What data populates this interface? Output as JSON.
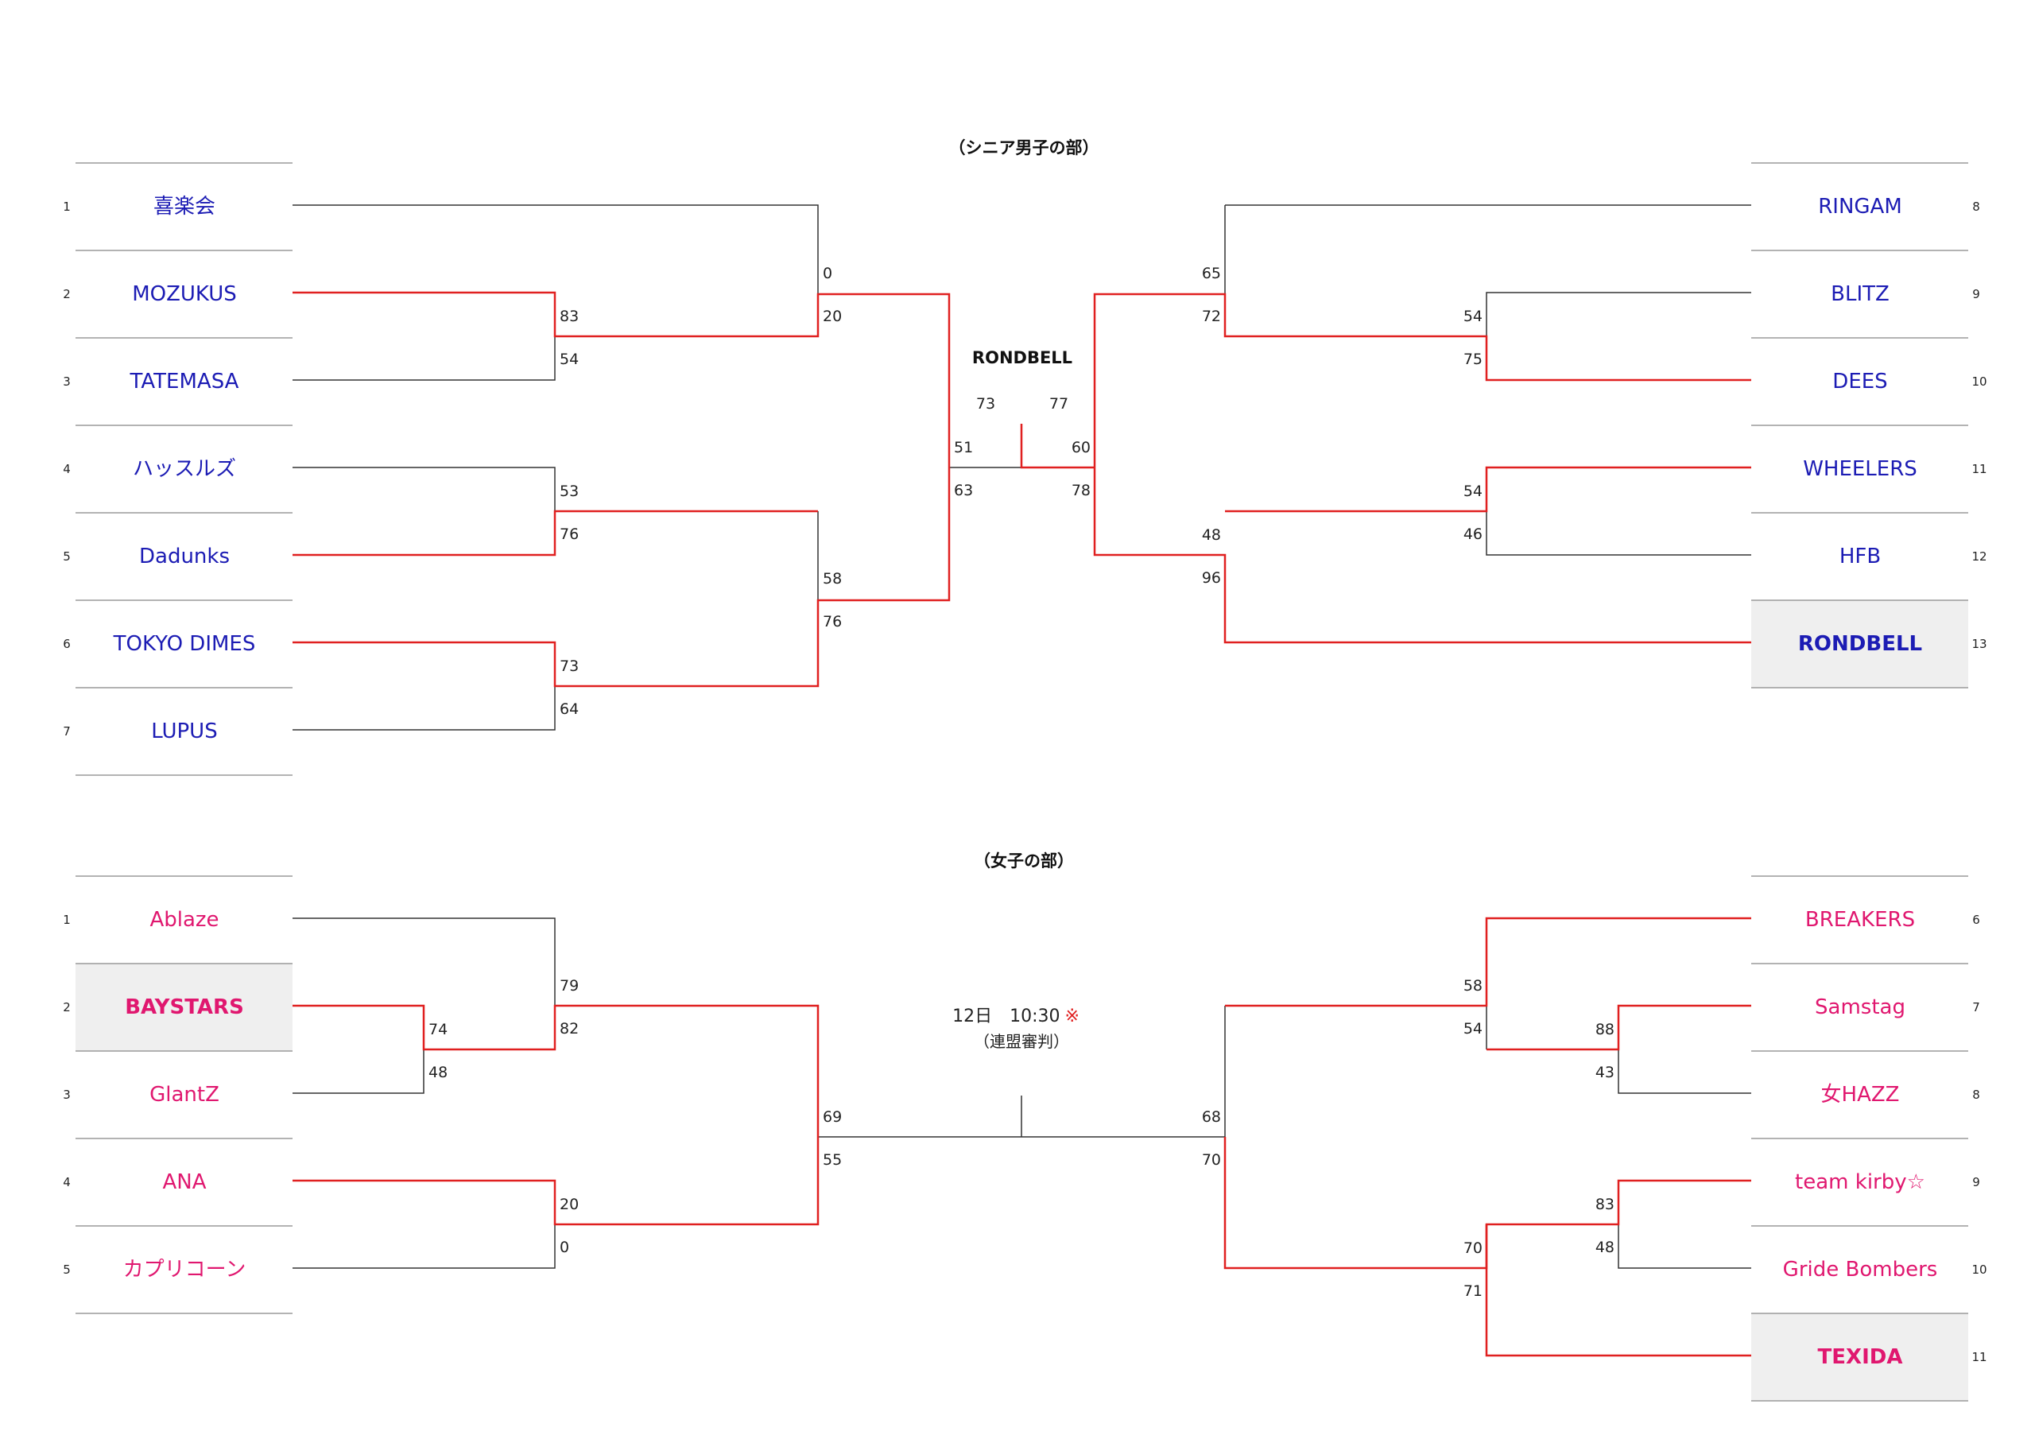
{
  "colors": {
    "men_text": "#1c1cb4",
    "women_text": "#e0176f",
    "win_line": "#e02020",
    "line": "#333333",
    "winner_bg": "#efefef",
    "divider": "#9a9a9a",
    "note_mark": "#e02020"
  },
  "men": {
    "title": "（シニア男子の部）",
    "left_teams": [
      {
        "seed": "1",
        "name": "喜楽会"
      },
      {
        "seed": "2",
        "name": "MOZUKUS"
      },
      {
        "seed": "3",
        "name": "TATEMASA"
      },
      {
        "seed": "4",
        "name": "ハッスルズ"
      },
      {
        "seed": "5",
        "name": "Dadunks"
      },
      {
        "seed": "6",
        "name": "TOKYO DIMES"
      },
      {
        "seed": "7",
        "name": "LUPUS"
      }
    ],
    "right_teams": [
      {
        "seed": "8",
        "name": "RINGAM"
      },
      {
        "seed": "9",
        "name": "BLITZ"
      },
      {
        "seed": "10",
        "name": "DEES"
      },
      {
        "seed": "11",
        "name": "WHEELERS"
      },
      {
        "seed": "12",
        "name": "HFB"
      },
      {
        "seed": "13",
        "name": "RONDBELL",
        "champion": true
      }
    ],
    "scores": {
      "l_r1_a_top": "83",
      "l_r1_a_bot": "54",
      "l_r1_b_top": "53",
      "l_r1_b_bot": "76",
      "l_r1_c_top": "73",
      "l_r1_c_bot": "64",
      "l_sf_a_top": "0",
      "l_sf_a_bot": "20",
      "l_sf_b_top": "58",
      "l_sf_b_bot": "76",
      "l_f_top": "51",
      "l_f_bot": "63",
      "r_r1_a_top": "54",
      "r_r1_a_bot": "75",
      "r_r1_b_top": "54",
      "r_r1_b_bot": "46",
      "r_sf_a_top": "65",
      "r_sf_a_bot": "72",
      "r_sf_b_top": "48",
      "r_sf_b_bot": "96",
      "r_f_top": "60",
      "r_f_bot": "78",
      "final_left": "73",
      "final_right": "77"
    },
    "champion_label": "RONDBELL"
  },
  "women": {
    "title": "（女子の部）",
    "left_teams": [
      {
        "seed": "1",
        "name": "Ablaze"
      },
      {
        "seed": "2",
        "name": "BAYSTARS",
        "champion": true
      },
      {
        "seed": "3",
        "name": "GlantZ"
      },
      {
        "seed": "4",
        "name": "ANA"
      },
      {
        "seed": "5",
        "name": "カプリコーン"
      }
    ],
    "right_teams": [
      {
        "seed": "6",
        "name": "BREAKERS"
      },
      {
        "seed": "7",
        "name": "Samstag"
      },
      {
        "seed": "8",
        "name": "女HAZZ"
      },
      {
        "seed": "9",
        "name": "team kirby☆"
      },
      {
        "seed": "10",
        "name": "Gride Bombers"
      },
      {
        "seed": "11",
        "name": "TEXIDA",
        "champion": true
      }
    ],
    "scores": {
      "l_r0_top": "74",
      "l_r0_bot": "48",
      "l_r1_top": "79",
      "l_r1_bot": "82",
      "l_r1b_top": "20",
      "l_r1b_bot": "0",
      "l_f_top": "69",
      "l_f_bot": "55",
      "r_r0a_top": "88",
      "r_r0a_bot": "43",
      "r_r0b_top": "83",
      "r_r0b_bot": "48",
      "r_r1a_top": "58",
      "r_r1a_bot": "54",
      "r_r1b_top": "70",
      "r_r1b_bot": "71",
      "r_f_top": "68",
      "r_f_bot": "70"
    },
    "schedule": "12日　10:30",
    "schedule_mark": "※",
    "referee": "（連盟審判）"
  }
}
